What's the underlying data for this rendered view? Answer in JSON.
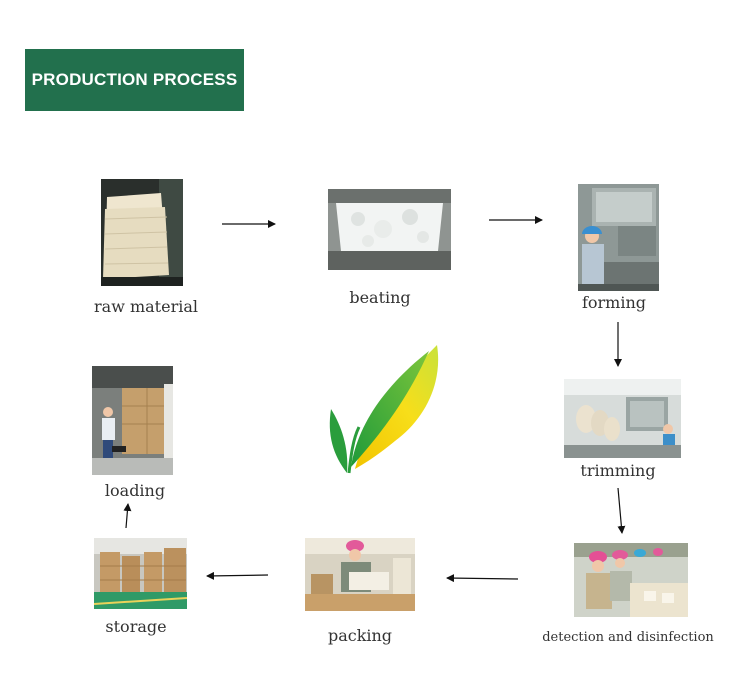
{
  "header": {
    "title": "PRODUCTION PROCESS"
  },
  "steps": [
    {
      "label": "raw material"
    },
    {
      "label": "beating"
    },
    {
      "label": "forming"
    },
    {
      "label": "trimming"
    },
    {
      "label": "detection and disinfection"
    },
    {
      "label": "packing"
    },
    {
      "label": "storage"
    },
    {
      "label": "loading"
    }
  ],
  "colors": {
    "header_bg": "#22704d",
    "arrow": "#111111"
  }
}
